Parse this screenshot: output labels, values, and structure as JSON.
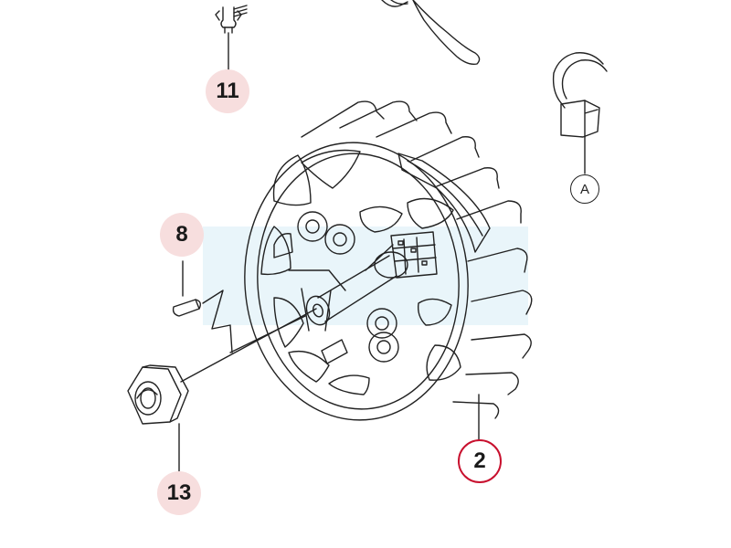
{
  "diagram": {
    "callouts": [
      {
        "id": "11",
        "label": "11",
        "selected": false
      },
      {
        "id": "8",
        "label": "8",
        "selected": false
      },
      {
        "id": "13",
        "label": "13",
        "selected": false
      },
      {
        "id": "2",
        "label": "2",
        "selected": true
      }
    ],
    "reference_label": "A",
    "colors": {
      "line": "#222222",
      "callout_fill": "#f7dede",
      "selected_ring": "#c8102e",
      "watermark": "#cfe8f3"
    }
  }
}
